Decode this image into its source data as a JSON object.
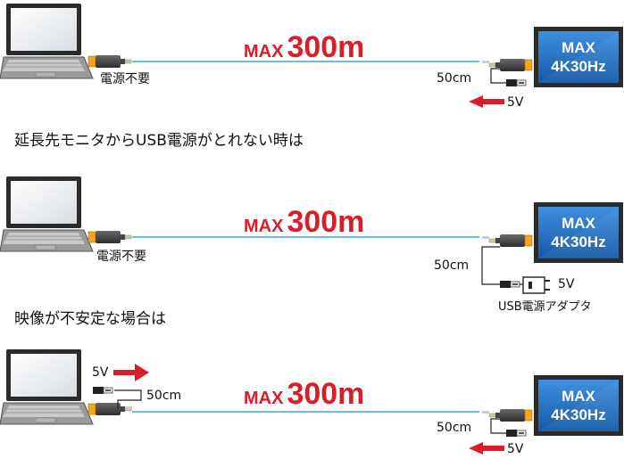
{
  "scenario1": {
    "max_label": "MAX",
    "distance": "300m",
    "no_power_label": "電源不要",
    "cable_length": "50cm",
    "power_voltage": "5V",
    "monitor_line1": "MAX",
    "monitor_line2": "4K30Hz"
  },
  "scenario2": {
    "heading": "延長先モニタからUSB電源がとれない時は",
    "max_label": "MAX",
    "distance": "300m",
    "no_power_label": "電源不要",
    "cable_length": "50cm",
    "power_voltage": "5V",
    "adapter_label": "USB電源アダプタ",
    "monitor_line1": "MAX",
    "monitor_line2": "4K30Hz"
  },
  "scenario3": {
    "heading": "映像が不安定な場合は",
    "max_label": "MAX",
    "distance": "300m",
    "left_voltage": "5V",
    "left_cable_length": "50cm",
    "cable_length": "50cm",
    "power_voltage": "5V",
    "monitor_line1": "MAX",
    "monitor_line2": "4K30Hz"
  },
  "colors": {
    "accent_red": "#d81e2a",
    "cable_blue": "#3aa6d0",
    "monitor_blue": "#1e6fc4",
    "extender_orange": "#f2a81d"
  }
}
